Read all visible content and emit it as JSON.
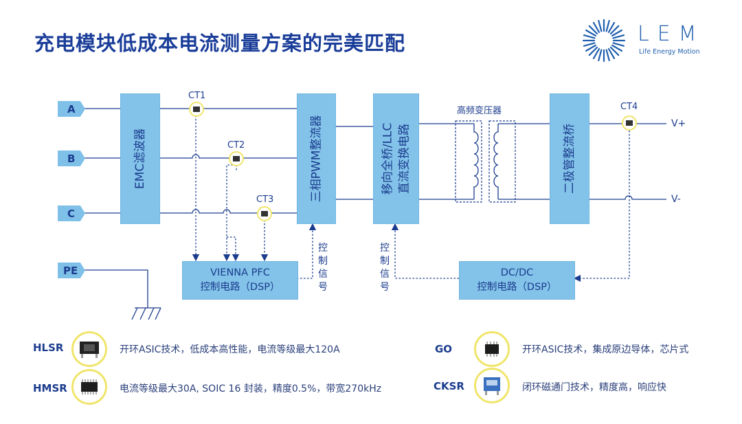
{
  "title": "充电模块低成本电流测量方案的完美匹配",
  "logo": {
    "text": "LEM",
    "tagline": "Life Energy Motion"
  },
  "terminals": [
    "A",
    "B",
    "C",
    "PE"
  ],
  "blocks": {
    "emc": "EMC滤波器",
    "pwm": "三相PWM整流器",
    "llc_line1": "移向全桥/LLC",
    "llc_line2": "直流变换电路",
    "diode": "二极管整流桥",
    "vienna_line1": "VIENNA PFC",
    "vienna_line2": "控制电路（DSP）",
    "dcdc_line1": "DC/DC",
    "dcdc_line2": "控制电路（DSP）"
  },
  "sensors": [
    "CT1",
    "CT2",
    "CT3",
    "CT4"
  ],
  "transformer_label": "高频变压器",
  "outputs": {
    "pos": "V+",
    "neg": "V-"
  },
  "control_signal_label": [
    "控",
    "制",
    "信",
    "号"
  ],
  "legend": [
    {
      "name": "HLSR",
      "desc": "开环ASIC技术，低成本高性能，电流等级最大120A",
      "icon": "hlsr-sensor-icon"
    },
    {
      "name": "HMSR",
      "desc": "电流等级最大30A, SOIC 16 封装，精度0.5%，带宽270kHz",
      "icon": "hmsr-chip-icon"
    },
    {
      "name": "GO",
      "desc": "开环ASIC技术，集成原边导体，芯片式",
      "icon": "go-chip-icon"
    },
    {
      "name": "CKSR",
      "desc": "闭环磁通门技术，精度高，响应快",
      "icon": "cksr-sensor-icon"
    }
  ],
  "colors": {
    "block": "#83c3e9",
    "title": "#1a3d99",
    "wire": "#1b3c8e",
    "sensor_ring": "#f0e56a"
  }
}
